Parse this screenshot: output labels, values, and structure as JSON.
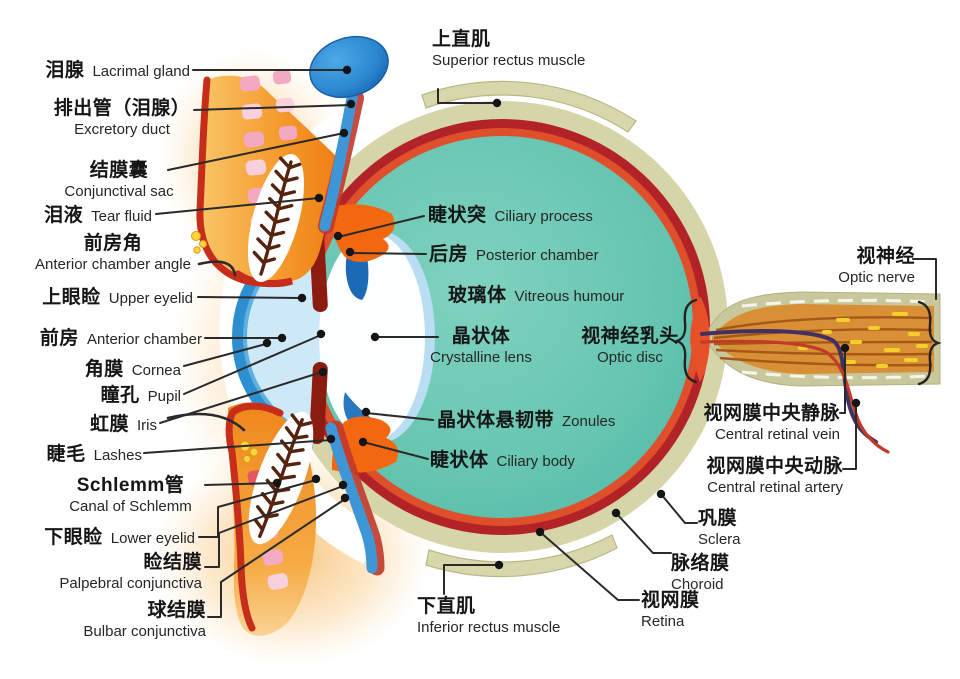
{
  "labels": {
    "lacrimal_gland": {
      "cn": "泪腺",
      "en": "Lacrimal gland"
    },
    "excretory_duct": {
      "cn": "排出管（泪腺）",
      "en": "Excretory duct"
    },
    "conjunctival_sac": {
      "cn": "结膜囊",
      "en": "Conjunctival sac"
    },
    "tear_fluid": {
      "cn": "泪液",
      "en": "Tear fluid"
    },
    "anterior_chamber_angle": {
      "cn": "前房角",
      "en": "Anterior chamber angle"
    },
    "upper_eyelid": {
      "cn": "上眼睑",
      "en": "Upper eyelid"
    },
    "anterior_chamber": {
      "cn": "前房",
      "en": "Anterior chamber"
    },
    "cornea": {
      "cn": "角膜",
      "en": "Cornea"
    },
    "pupil": {
      "cn": "瞳孔",
      "en": "Pupil"
    },
    "iris": {
      "cn": "虹膜",
      "en": "Iris"
    },
    "lashes": {
      "cn": "睫毛",
      "en": "Lashes"
    },
    "canal_of_schlemm": {
      "cn": "Schlemm管",
      "en": "Canal of Schlemm"
    },
    "lower_eyelid": {
      "cn": "下眼睑",
      "en": "Lower eyelid"
    },
    "palpebral_conjunctiva": {
      "cn": "睑结膜",
      "en": "Palpebral conjunctiva"
    },
    "bulbar_conjunctiva": {
      "cn": "球结膜",
      "en": "Bulbar conjunctiva"
    },
    "superior_rectus": {
      "cn": "上直肌",
      "en": "Superior rectus muscle"
    },
    "inferior_rectus": {
      "cn": "下直肌",
      "en": "Inferior rectus muscle"
    },
    "ciliary_process": {
      "cn": "睫状突",
      "en": "Ciliary process"
    },
    "posterior_chamber": {
      "cn": "后房",
      "en": "Posterior chamber"
    },
    "vitreous_humour": {
      "cn": "玻璃体",
      "en": "Vitreous humour"
    },
    "crystalline_lens": {
      "cn": "晶状体",
      "en": "Crystalline lens"
    },
    "optic_disc": {
      "cn": "视神经乳头",
      "en": "Optic disc"
    },
    "zonules": {
      "cn": "晶状体悬韧带",
      "en": "Zonules"
    },
    "ciliary_body": {
      "cn": "睫状体",
      "en": "Ciliary body"
    },
    "optic_nerve": {
      "cn": "视神经",
      "en": "Optic nerve"
    },
    "central_retinal_vein": {
      "cn": "视网膜中央静脉",
      "en": "Central retinal vein"
    },
    "central_retinal_artery": {
      "cn": "视网膜中央动脉",
      "en": "Central retinal artery"
    },
    "sclera": {
      "cn": "巩膜",
      "en": "Sclera"
    },
    "choroid": {
      "cn": "脉络膜",
      "en": "Choroid"
    },
    "retina": {
      "cn": "视网膜",
      "en": "Retina"
    }
  },
  "palette": {
    "sclera_ring": "#d6d5a9",
    "choroid_ring_dark": "#b22328",
    "choroid_ring_light": "#df4f2b",
    "vitreous_teal": "#63c4b0",
    "cornea_blue": "#2e8fd0",
    "chamber_light_blue": "#cde9f8",
    "lens_white": "#fdfeff",
    "iris_dark_red": "#8c1b10",
    "ciliary_orange": "#f2670f",
    "eyelid_orange": "#f5921e",
    "eyelid_edge_red": "#c62d1a",
    "pink_bars": "#f3a9c2",
    "gland_blue": "#2a86cf",
    "nerve_sheath": "#c9c79c",
    "nerve_fiber": "#d98f35",
    "vein_purple": "#413061",
    "artery_red": "#c23b28",
    "leader_line": "#2a2a2a"
  }
}
